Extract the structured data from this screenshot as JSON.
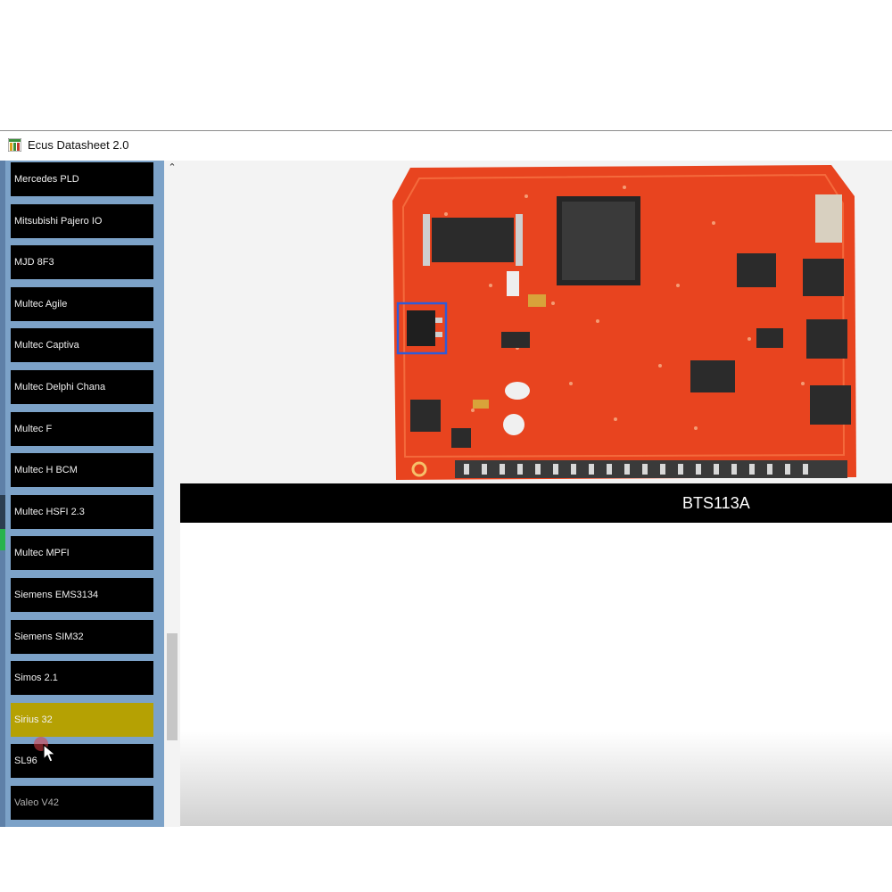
{
  "app": {
    "title": "Ecus Datasheet 2.0"
  },
  "ecu_list": {
    "items": [
      {
        "label": "Mercedes PLD"
      },
      {
        "label": "Mitsubishi Pajero IO"
      },
      {
        "label": "MJD 8F3"
      },
      {
        "label": "Multec Agile"
      },
      {
        "label": "Multec Captiva"
      },
      {
        "label": "Multec Delphi Chana"
      },
      {
        "label": "Multec F"
      },
      {
        "label": "Multec H BCM"
      },
      {
        "label": "Multec HSFI 2.3"
      },
      {
        "label": "Multec MPFI"
      },
      {
        "label": "Siemens EMS3134"
      },
      {
        "label": "Siemens SIM32"
      },
      {
        "label": "Simos 2.1"
      },
      {
        "label": "Sirius 32"
      },
      {
        "label": "SL96"
      },
      {
        "label": "Valeo V42"
      }
    ],
    "selected_label": "Sirius 32"
  },
  "viewer": {
    "component_label": "BTS113A"
  },
  "colors": {
    "sidebar": "#7ca2c8",
    "selected_item": "#b5a103",
    "pcb": "#e8441f",
    "highlight_box": "#2f5bd8"
  }
}
